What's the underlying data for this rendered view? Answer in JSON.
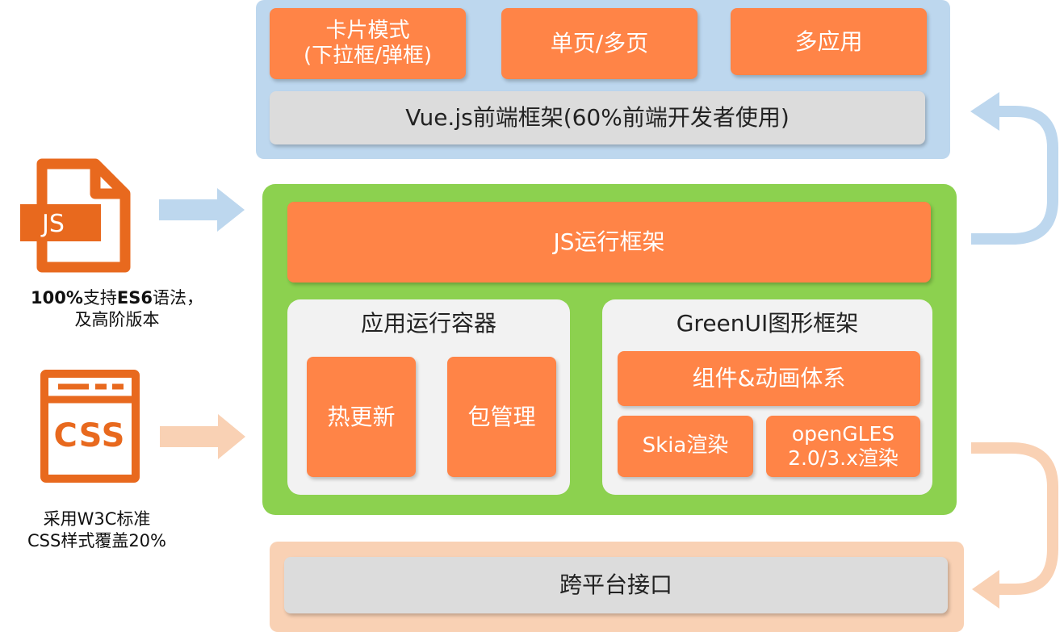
{
  "top_layer": {
    "items": [
      "卡片模式\n(下拉框/弹框)",
      "单页/多页",
      "多应用"
    ],
    "framework": "Vue.js前端框架(60%前端开发者使用)"
  },
  "middle_layer": {
    "js_runtime": "JS运行框架",
    "app_container": {
      "title": "应用运行容器",
      "items": [
        "热更新",
        "包管理"
      ]
    },
    "greenui": {
      "title": "GreenUI图形框架",
      "components": "组件&动画体系",
      "skia": "Skia渲染",
      "opengl": "openGLES\n2.0/3.x渲染"
    }
  },
  "bottom_layer": {
    "interface": "跨平台接口"
  },
  "left": {
    "js_icon_label": "JS",
    "js_caption_bold_1": "100%",
    "js_caption_1": "支持",
    "js_caption_bold_2": "ES6",
    "js_caption_2": "语法，",
    "js_caption_line2": "及高阶版本",
    "css_icon_label": "CSS",
    "css_caption_line1": "采用W3C标准",
    "css_caption_line2": "CSS样式覆盖20%"
  },
  "colors": {
    "orange": "#ff8447",
    "blue_panel": "#bdd7ee",
    "green_panel": "#8cd14f",
    "peach_panel": "#f9d1b4",
    "gray_box": "#dcdcdc",
    "icon_orange": "#e8691e"
  }
}
